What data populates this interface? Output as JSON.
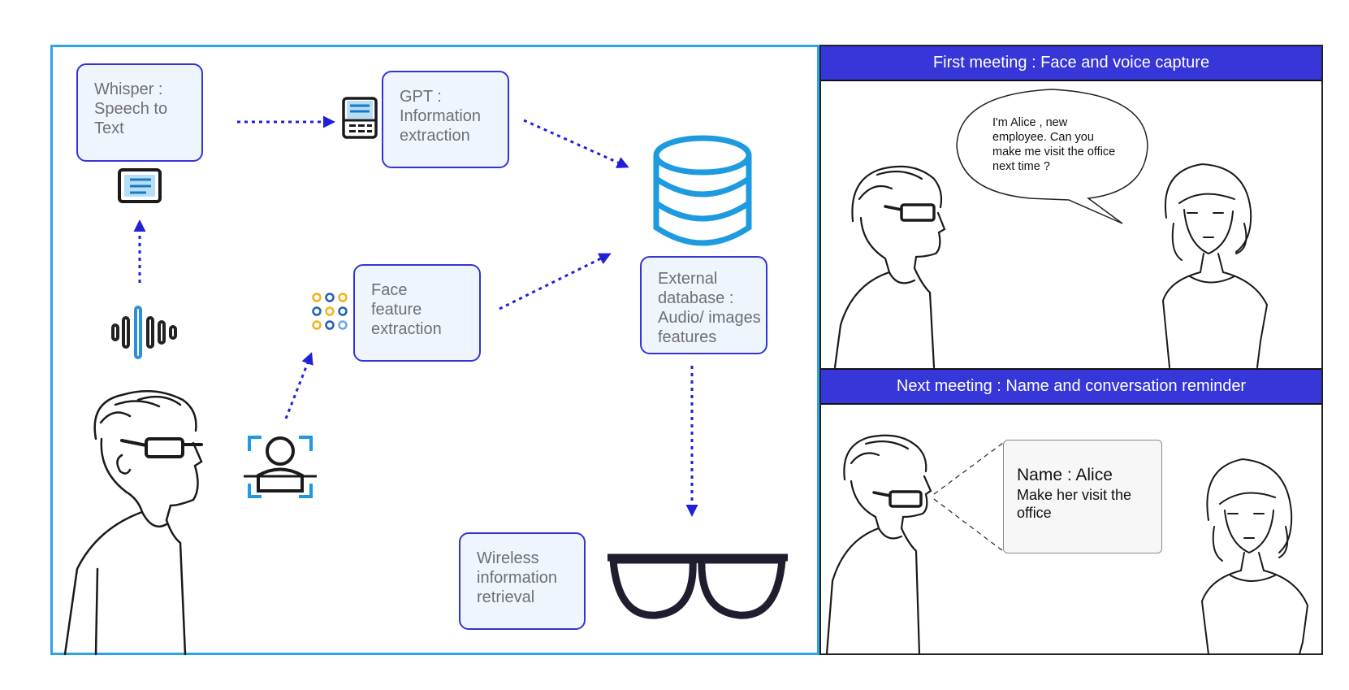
{
  "pipeline": {
    "whisper_box": "Whisper :\nSpeech to\nText",
    "gpt_box": "GPT :\nInformation\nextraction",
    "face_box": "Face\nfeature\nextraction",
    "database_box": "External\ndatabase :\nAudio/ images\nfeatures",
    "wireless_box": "Wireless\ninformation\nretrieval"
  },
  "first_meeting": {
    "banner": "First meeting : Face and voice capture",
    "speech_bubble": "I'm Alice , new\nemployee. Can you\nmake me visit the office\nnext time ?"
  },
  "next_meeting": {
    "banner": "Next meeting : Name and conversation reminder",
    "reminder_name": "Name : Alice",
    "reminder_note": "Make her visit the\noffice"
  },
  "colors": {
    "panel_border": "#2ea3e8",
    "box_border": "#3434d6",
    "box_fill": "#eef5fd",
    "arrow": "#2020d8",
    "banner": "#3636d9",
    "database": "#1e9be0"
  }
}
